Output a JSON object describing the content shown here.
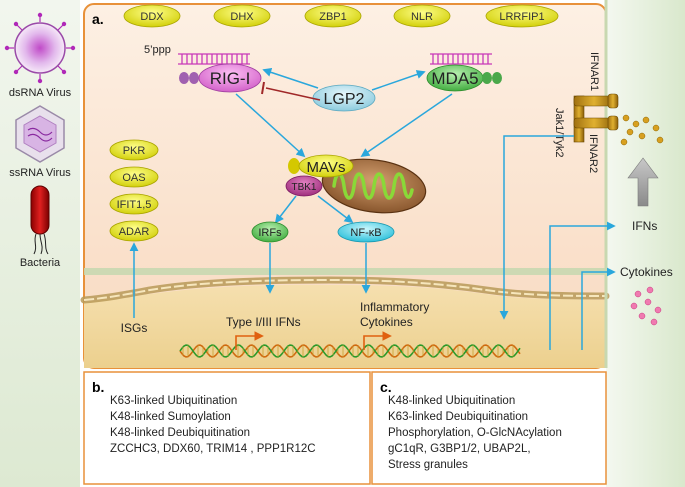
{
  "panels": {
    "a": "a.",
    "b": "b.",
    "c": "c."
  },
  "sensors_top": [
    "DDX",
    "DHX",
    "ZBP1",
    "NLR",
    "LRRFIP1"
  ],
  "pathogens": {
    "dsrna": "dsRNA Virus",
    "ssrna": "ssRNA Virus",
    "bacteria": "Bacteria"
  },
  "rna_label": "5’ppp",
  "nodes": {
    "rigi": "RIG-I",
    "mda5": "MDA5",
    "lgp2": "LGP2",
    "mavs": "MAVs",
    "tbk1": "TBK1",
    "irfs": "IRFs",
    "nfkb": "NF-κB"
  },
  "isg_effectors": [
    "PKR",
    "OAS",
    "IFIT1,5",
    "ADAR"
  ],
  "nucleus": {
    "isgs": "ISGs",
    "type_ifn": "Type I/III IFNs",
    "inflammatory_line1": "Inflammatory",
    "inflammatory_line2": "Cytokines"
  },
  "receptor": {
    "ifnar1": "IFNAR1",
    "ifnar2": "IFNAR2",
    "jak": "Jak1/Tyk2"
  },
  "outputs": {
    "ifns": "IFNs",
    "cytokines": "Cytokines"
  },
  "panel_b_lines": [
    "K63-linked Ubiquitination",
    "K48-linked Sumoylation",
    "K48-linked Deubiquitination",
    "ZCCHC3, DDX60, TRIM14 , PPP1R12C"
  ],
  "panel_c_lines": [
    "K48-linked Ubiquitination",
    "K63-linked Deubiquitination",
    "Phosphorylation, O-GlcNAcylation",
    "gC1qR, G3BP1/2, UBAP2L,",
    "Stress granules"
  ],
  "colors": {
    "cell_fill": "#fbe3cf",
    "cell_border": "#e8913a",
    "arrow_blue": "#2aa7dc",
    "sensor_yellow": "#e4e000",
    "rigi_pink": "#e878dc",
    "lgp2_blue": "#a9dcec",
    "mda5_green": "#5ec85a",
    "nfkb_cyan": "#48d8ec",
    "inhibit_red": "#a02828",
    "side_green": "#e4eedb"
  }
}
